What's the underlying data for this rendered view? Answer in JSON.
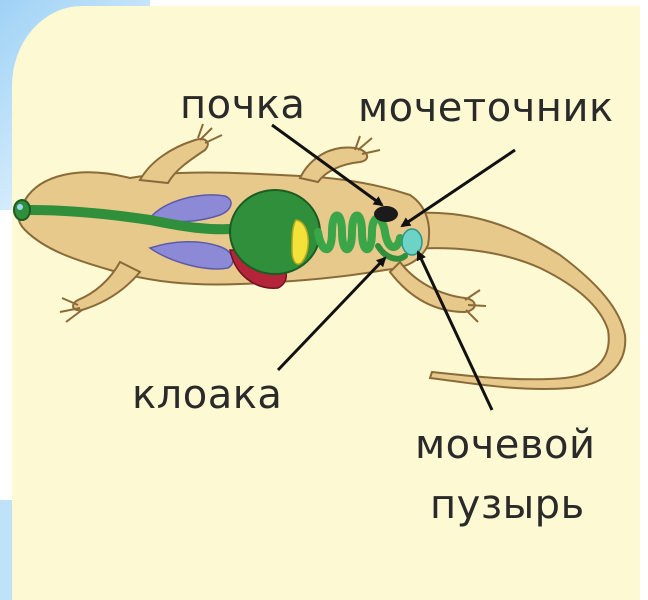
{
  "labels": {
    "kidney": "почка",
    "ureter": "мочеточник",
    "cloaca": "клоака",
    "bladder_line1": "мочевой",
    "bladder_line2": "пузырь"
  }
}
